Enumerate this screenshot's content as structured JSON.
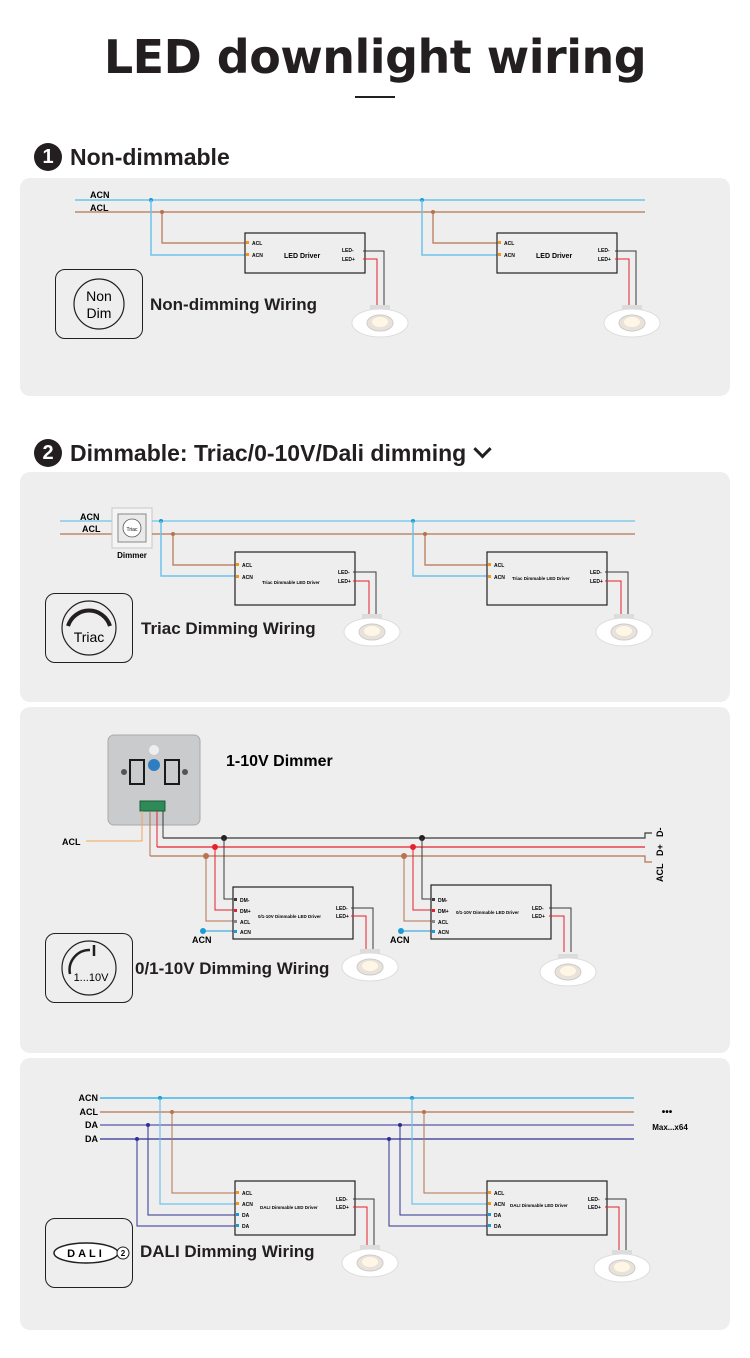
{
  "page": {
    "title": "LED downlight wiring"
  },
  "sections": [
    {
      "number": "1",
      "heading": "Non-dimmable"
    },
    {
      "number": "2",
      "heading": "Dimmable: Triac/0-10V/Dali dimming",
      "dropdown_icon": "chevron-down-icon"
    }
  ],
  "panels": {
    "non_dim": {
      "lines": [
        "ACN",
        "ACL"
      ],
      "driver_label": "LED Driver",
      "driver_inputs": [
        "ACL",
        "ACN"
      ],
      "driver_outputs": [
        "LED-",
        "LED+"
      ],
      "icon_text_1": "Non",
      "icon_text_2": "Dim",
      "wiring_label": "Non-dimming Wiring"
    },
    "triac": {
      "lines": [
        "ACN",
        "ACL"
      ],
      "dimmer_label": "Dimmer",
      "dimmer_icon_text": "Triac",
      "driver_label": "Triac Dimmable LED Driver",
      "driver_inputs": [
        "ACL",
        "ACN"
      ],
      "driver_outputs": [
        "LED-",
        "LED+"
      ],
      "icon_text": "Triac",
      "wiring_label": "Triac Dimming Wiring"
    },
    "v010": {
      "dimmer_title": "1-10V Dimmer",
      "acl_label": "ACL",
      "end_labels": [
        "D-",
        "D+",
        "ACL"
      ],
      "acn_label": "ACN",
      "driver_label": "0/1-10V Dimmable LED Driver",
      "driver_inputs": [
        "DM-",
        "DM+",
        "ACL",
        "ACN"
      ],
      "driver_outputs": [
        "LED-",
        "LED+"
      ],
      "icon_text": "1...10V",
      "wiring_label": "0/1-10V Dimming Wiring"
    },
    "dali": {
      "lines": [
        "ACN",
        "ACL",
        "DA",
        "DA"
      ],
      "more_marker": "•••",
      "max_note": "Max...x64",
      "driver_label": "DALI Dimmable LED Driver",
      "driver_inputs": [
        "ACL",
        "ACN",
        "DA",
        "DA"
      ],
      "driver_outputs": [
        "LED-",
        "LED+"
      ],
      "icon_text": "DALI",
      "icon_sup": "2",
      "wiring_label": "DALI Dimming Wiring"
    }
  },
  "colors": {
    "acn": "#6cc4ea",
    "acl": "#b5734f",
    "da1": "#8f8fc4",
    "da2": "#2e3192",
    "led_pos": "#e8202a",
    "led_neg": "#3a3a3a",
    "panel_bg": "#eeeeee",
    "terminal_orange": "#f7941d",
    "terminal_blue": "#1c9ad6"
  }
}
